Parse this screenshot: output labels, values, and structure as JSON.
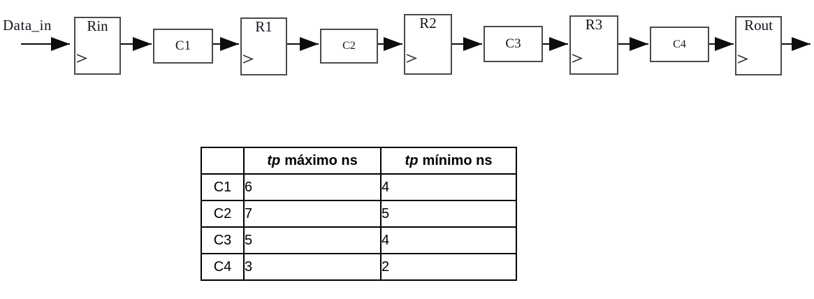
{
  "figure": {
    "input_label": "Data_in",
    "registers": [
      {
        "label": "Rin"
      },
      {
        "label": "R1"
      },
      {
        "label": "R2"
      },
      {
        "label": "R3"
      },
      {
        "label": "Rout"
      }
    ],
    "logic_blocks": [
      {
        "label": "C1"
      },
      {
        "label": "C2"
      },
      {
        "label": "C3"
      },
      {
        "label": "C4"
      }
    ]
  },
  "table": {
    "header": {
      "tp": "tp",
      "max": "máximo ns",
      "min": "mínimo ns"
    },
    "rows": [
      {
        "label": "C1",
        "tp_max": "6",
        "tp_min": "4"
      },
      {
        "label": "C2",
        "tp_max": "7",
        "tp_min": "5"
      },
      {
        "label": "C3",
        "tp_max": "5",
        "tp_min": "4"
      },
      {
        "label": "C4",
        "tp_max": "3",
        "tp_min": "2"
      }
    ]
  },
  "colors": {
    "text": "#15151f",
    "box_border": "#4a4a4a",
    "arrow": "#0d0d0d",
    "table_border": "#000000"
  }
}
